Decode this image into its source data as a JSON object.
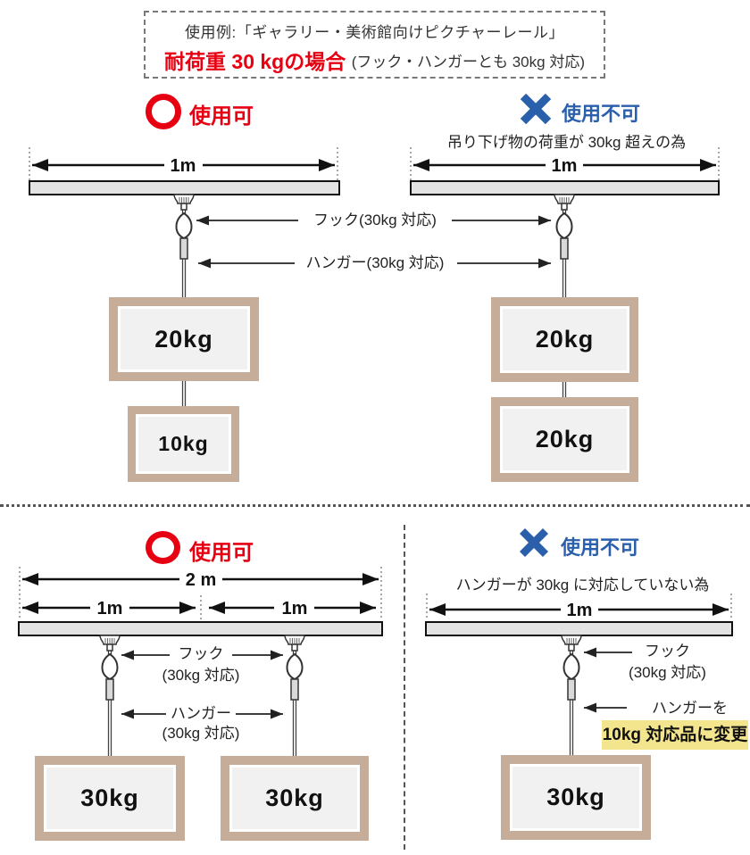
{
  "title_box": {
    "line1": "使用例:「ギャラリー・美術館向けピクチャーレール」",
    "emphasis": "耐荷重 30 kgの場合",
    "note": "(フック・ハンガーとも 30kg 対応)"
  },
  "status": {
    "ok": "使用可",
    "ng": "使用不可"
  },
  "dims": {
    "one_m": "1m",
    "two_m": "2 m"
  },
  "top": {
    "hook_label": "フック(30kg 対応)",
    "hanger_label": "ハンガー(30kg 対応)",
    "left": {
      "frames": [
        "20kg",
        "10kg"
      ]
    },
    "right": {
      "reason": "吊り下げ物の荷重が 30kg 超えの為",
      "frames": [
        "20kg",
        "20kg"
      ]
    }
  },
  "bottom": {
    "left": {
      "hook_label_1": "フック",
      "hook_label_2": "(30kg 対応)",
      "hanger_label_1": "ハンガー",
      "hanger_label_2": "(30kg 対応)",
      "frames": [
        "30kg",
        "30kg"
      ]
    },
    "right": {
      "reason": "ハンガーが 30kg に対応していない為",
      "hook_label_1": "フック",
      "hook_label_2": "(30kg 対応)",
      "hanger_label_1": "ハンガーを",
      "hanger_label_2": "10kg 対応品に変更",
      "frames": [
        "30kg"
      ]
    }
  },
  "colors": {
    "accent_red": "#e60012",
    "accent_blue": "#2a5fac",
    "frame_tan": "#c6ad99",
    "frame_inner": "#f0f1f0",
    "rail_gray": "#e3e3e3",
    "highlight_yellow": "#f3e58d"
  }
}
